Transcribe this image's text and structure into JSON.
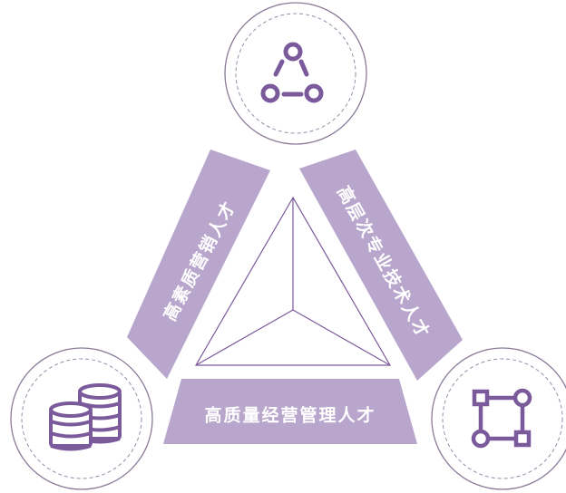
{
  "colors": {
    "band": "#b8a6cc",
    "accent": "#7b5a9c",
    "circle_outline": "#8a7a98",
    "dashed_ring": "#9a8aa8",
    "inner_line": "#7b5a9c",
    "background": "#ffffff"
  },
  "bands": {
    "left": {
      "label": "高素质营销人才"
    },
    "right": {
      "label": "高层次专业技术人才"
    },
    "bottom": {
      "label": "高质量经营管理人才"
    }
  },
  "nodes": {
    "top": {
      "icon": "network-triangle-icon"
    },
    "left": {
      "icon": "coin-stack-icon"
    },
    "right": {
      "icon": "flowchart-nodes-icon"
    }
  }
}
